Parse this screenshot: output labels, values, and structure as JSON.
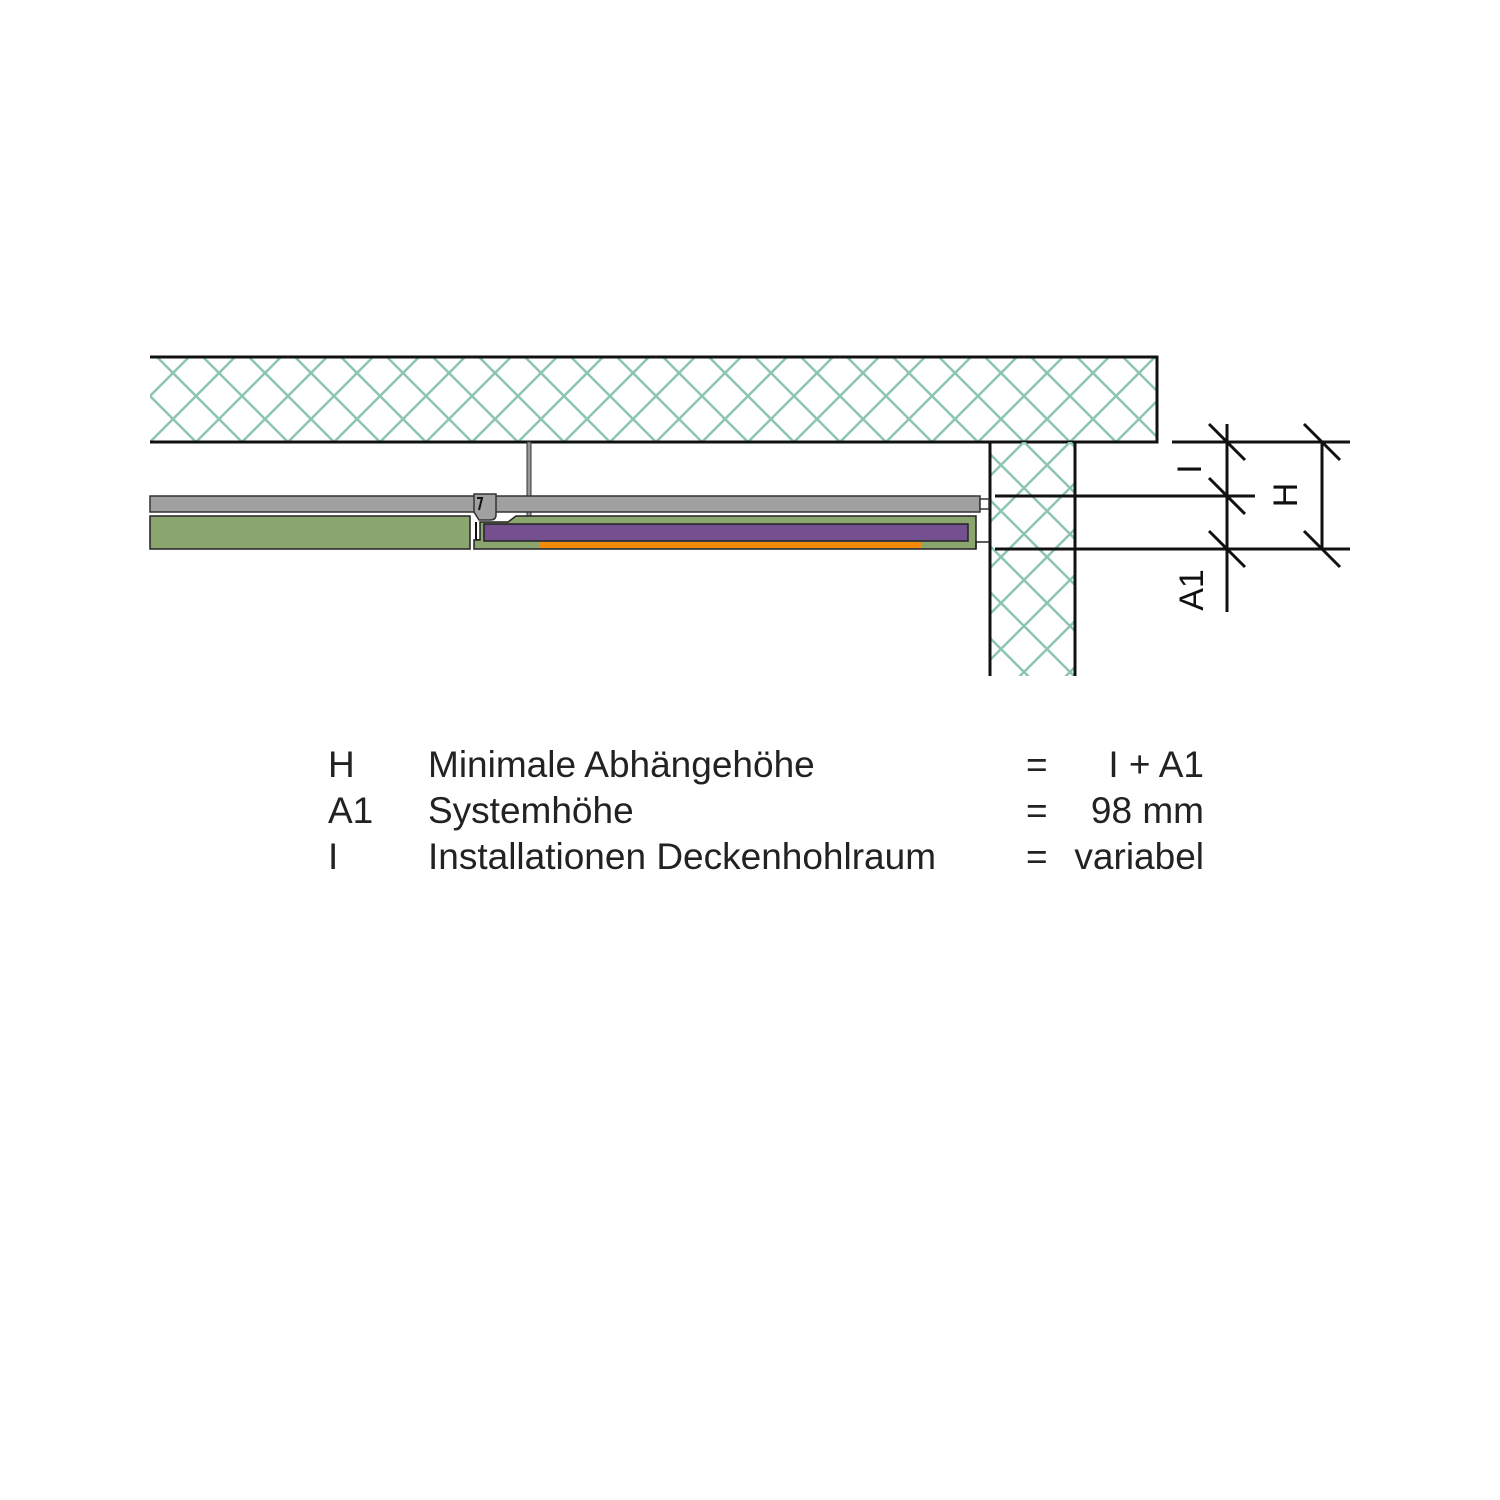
{
  "colors": {
    "hatch": "#8cc5b2",
    "rail": "#a0a0a0",
    "panel": "#8ba56e",
    "insulation": "#74508f",
    "heating": "#f38a0a",
    "line": "#111111"
  },
  "dimensions": {
    "I_label": "I",
    "H_label": "H",
    "A1_label": "A1"
  },
  "legend": [
    {
      "symbol": "H",
      "description": "Minimale Abhängehöhe",
      "equals": "=",
      "value": "I + A1"
    },
    {
      "symbol": "A1",
      "description": "Systemhöhe",
      "equals": "=",
      "value": "98 mm"
    },
    {
      "symbol": "I",
      "description": "Installationen Deckenhohlraum",
      "equals": "=",
      "value": "variabel"
    }
  ]
}
